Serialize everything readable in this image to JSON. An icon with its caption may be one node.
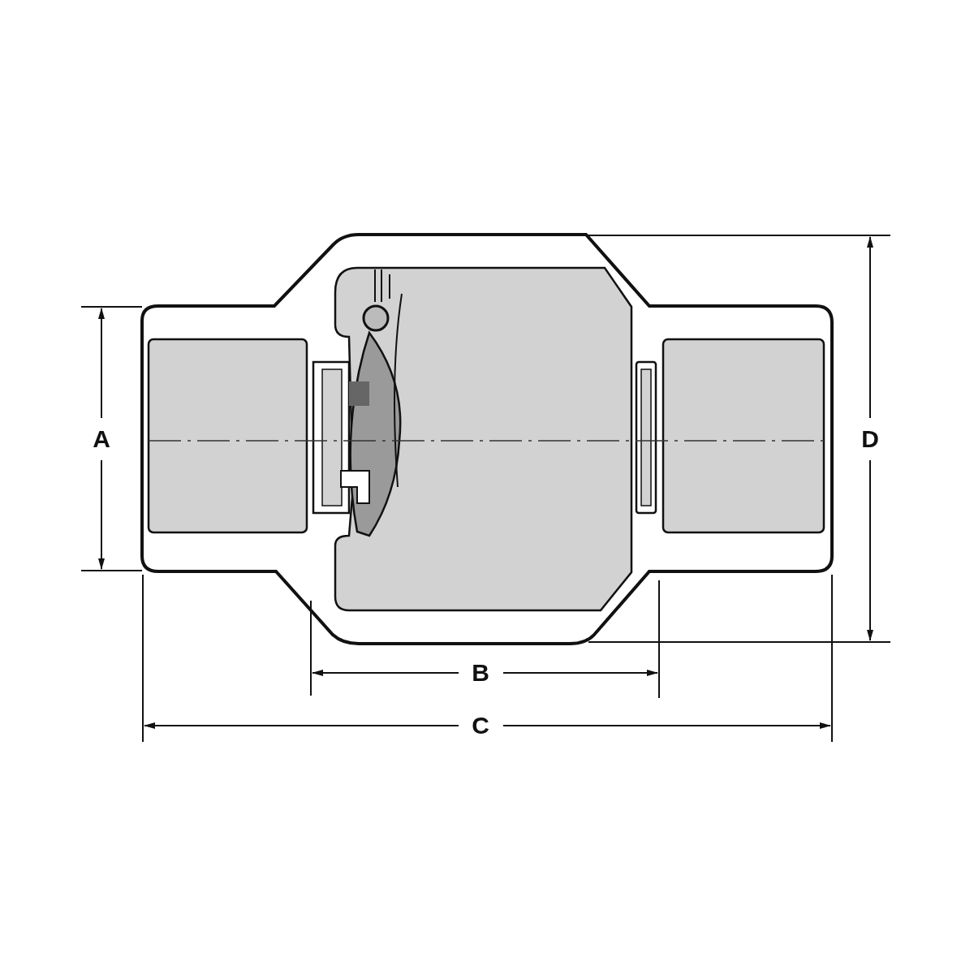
{
  "diagram": {
    "labels": [
      "A",
      "D",
      "B",
      "C"
    ]
  }
}
